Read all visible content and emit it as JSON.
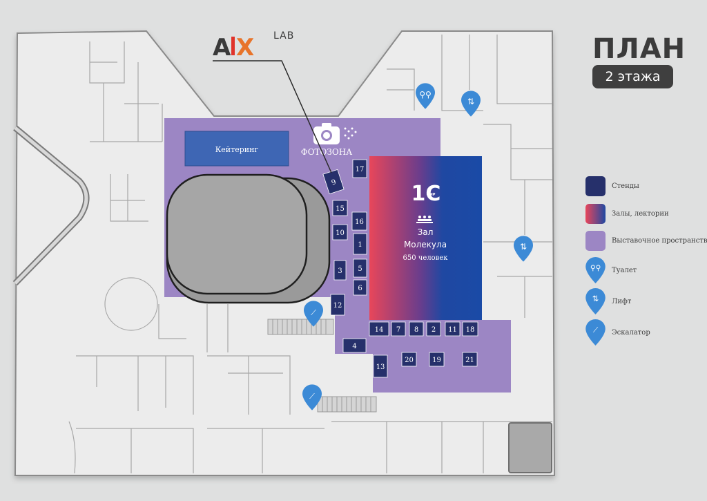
{
  "header": {
    "title": "ПЛАН",
    "floor_label": "2 этажа"
  },
  "logo": {
    "text_main": "AIX",
    "text_small": "LAB"
  },
  "areas": {
    "catering": "Кейтеринг",
    "photozone": "ФОТОЗОНА",
    "hall": {
      "badge": "1С",
      "badge_small": "GMP",
      "name_line1": "Зал",
      "name_line2": "Молекула",
      "capacity": "650 человек"
    }
  },
  "stands": [
    "1",
    "2",
    "3",
    "4",
    "5",
    "6",
    "7",
    "8",
    "9",
    "10",
    "11",
    "12",
    "13",
    "14",
    "15",
    "16",
    "17",
    "18",
    "19",
    "20",
    "21"
  ],
  "legend": [
    {
      "label": "Стенды",
      "kind": "swatch",
      "color": "#26306b"
    },
    {
      "label": "Залы, лектории",
      "kind": "gradient"
    },
    {
      "label": "Выставочное пространство",
      "kind": "swatch",
      "color": "#9c86c4"
    },
    {
      "label": "Туалет",
      "kind": "pin",
      "icon": "restroom-icon"
    },
    {
      "label": "Лифт",
      "kind": "pin",
      "icon": "elevator-icon"
    },
    {
      "label": "Эскалатор",
      "kind": "pin",
      "icon": "escalator-icon"
    }
  ],
  "colors": {
    "background": "#dfe0e0",
    "floor": "#ececec",
    "walls": "#8a8a8a",
    "exhibition": "#9c86c4",
    "stand": "#26306b",
    "catering": "#3e66b4",
    "hall_red": "#e8465a",
    "hall_blue": "#1f48a2",
    "pin": "#3c8ad6"
  }
}
